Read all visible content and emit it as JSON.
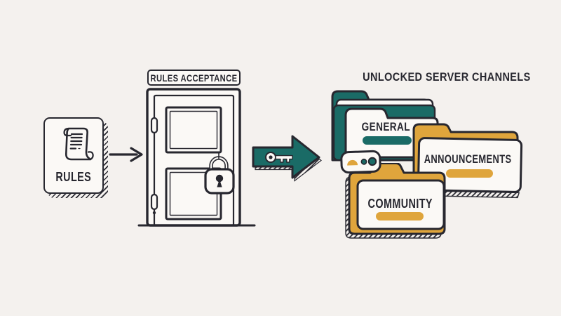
{
  "palette": {
    "background": "#f4f1ee",
    "ink": "#27272f",
    "teal": "#1a6b66",
    "gold": "#dfa53c",
    "paper": "#fbf9f6"
  },
  "rules_card": {
    "label": "RULES",
    "icon": "scroll-icon"
  },
  "door": {
    "label": "RULES ACCEPTANCE",
    "lock_icon": "padlock-icon"
  },
  "key_arrow": {
    "icon": "key-icon"
  },
  "channels": {
    "title": "UNLOCKED SERVER CHANNELS",
    "folders": [
      {
        "label": "GENERAL",
        "accent": "#1a6b66"
      },
      {
        "label": "ANNOUNCEMENTS",
        "accent": "#dfa53c"
      },
      {
        "label": "COMMUNITY",
        "accent": "#dfa53c"
      }
    ],
    "reactions_icon": "reactions-pill"
  }
}
